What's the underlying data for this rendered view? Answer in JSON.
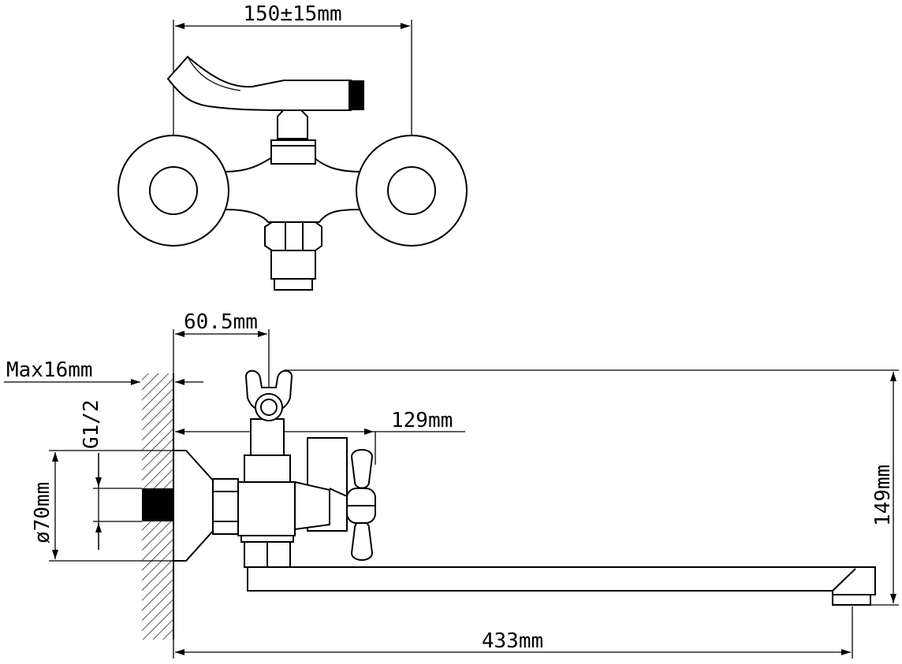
{
  "drawing": {
    "front_view": {
      "center_distance": "150±15mm"
    },
    "side_view": {
      "handle_offset": "60.5mm",
      "wall_thickness": "Max16mm",
      "thread_size": "G1/2",
      "flange_diameter": "ø70mm",
      "body_depth": "129mm",
      "total_height": "149mm",
      "spout_length": "433mm"
    }
  }
}
